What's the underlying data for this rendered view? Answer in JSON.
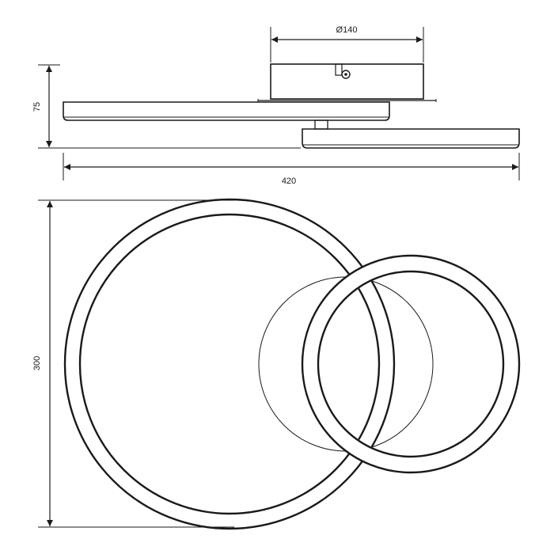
{
  "dimensions": {
    "base_diameter": "Ø140",
    "height": "75",
    "width": "420",
    "depth": "300"
  },
  "colors": {
    "line": "#1a1a1a",
    "background": "#ffffff"
  }
}
